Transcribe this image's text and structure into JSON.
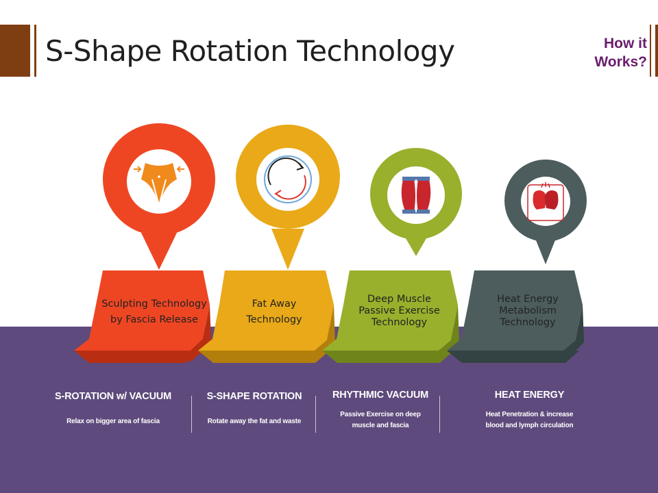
{
  "header": {
    "title": "S-Shape Rotation Technology",
    "how_it_works": "How it Works?"
  },
  "colors": {
    "brand_brown": "#7f3e12",
    "purple_band": "#5e4a7c",
    "title_accent": "#6a1d6e"
  },
  "steps": [
    {
      "label_lines": [
        "Sculpting Technology",
        "by Fascia Release"
      ],
      "color": "#ee4623",
      "color_dark": "#b92e12",
      "icon": "waist-slimming-icon",
      "footer_heading": "S-ROTATION w/ VACUUM",
      "footer_desc_lines": [
        "Relax on bigger area of fascia"
      ]
    },
    {
      "label_lines": [
        "Fat Away",
        "Technology"
      ],
      "color": "#e9a918",
      "color_dark": "#b37f0c",
      "icon": "circular-arrows-icon",
      "footer_heading": "S-SHAPE ROTATION",
      "footer_desc_lines": [
        "Rotate away the fat and waste"
      ]
    },
    {
      "label_lines": [
        "Deep Muscle",
        "Passive Exercise",
        "Technology"
      ],
      "color": "#98b02c",
      "color_dark": "#6f8419",
      "icon": "muscle-icon",
      "footer_heading": "RHYTHMIC VACUUM",
      "footer_desc_lines": [
        "Passive Exercise on deep",
        "muscle and fascia"
      ]
    },
    {
      "label_lines": [
        "Heat Energy",
        "Metabolism",
        "Technology"
      ],
      "color": "#4d5d5d",
      "color_dark": "#334242",
      "icon": "boxing-gloves-icon",
      "footer_heading": "HEAT ENERGY",
      "footer_desc_lines": [
        "Heat Penetration & increase",
        "blood and lymph circulation"
      ]
    }
  ]
}
